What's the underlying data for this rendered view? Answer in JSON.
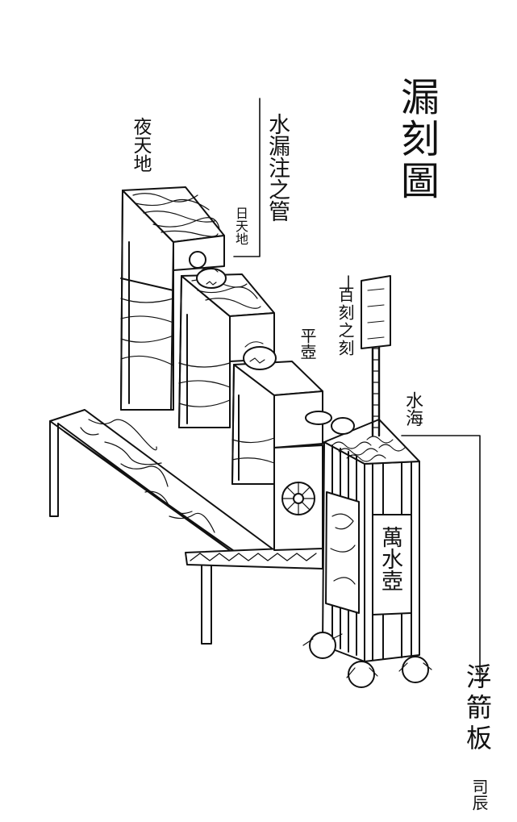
{
  "title": "漏刻圖",
  "labels": {
    "water_pipe": "水漏注之管",
    "night_tank": "夜天地",
    "day_tank": "日天地",
    "hundred_marks": "百刻之刻",
    "level_tank": "平壺",
    "water_sea": "水海",
    "myriad_tank": "萬水壺",
    "float_arrow": "浮箭板",
    "timekeeper": "司辰"
  }
}
